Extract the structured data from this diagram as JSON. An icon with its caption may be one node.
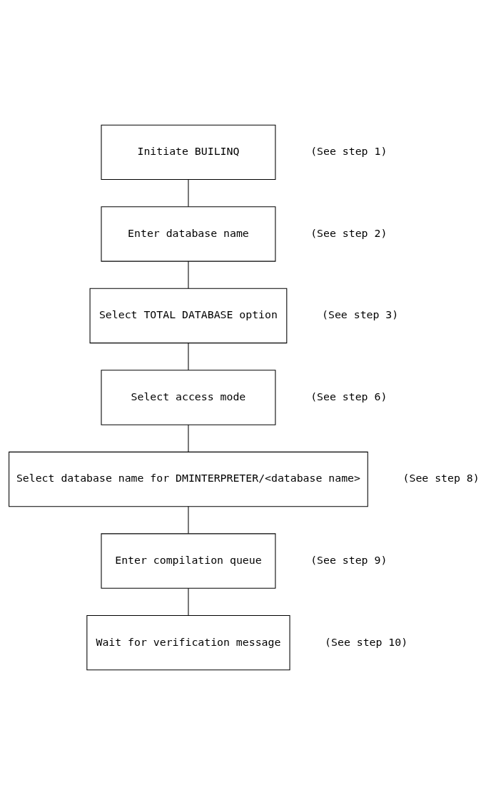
{
  "diagram": {
    "nodes": [
      {
        "text": [
          "Initiate BUILINQ"
        ],
        "beside": [
          "(See step 1)"
        ]
      },
      {
        "text": [
          "Enter database name"
        ],
        "beside": [
          "(See step 2)"
        ]
      },
      {
        "text": [
          "Select TOTAL DATABASE option"
        ],
        "beside": [
          "(See step 3)"
        ]
      },
      {
        "text": [
          "Select access mode"
        ],
        "beside": [
          "(See step 6)"
        ]
      },
      {
        "text": [
          "Select database name for DMINTERPRETER/<database name>"
        ],
        "beside": [
          "(See step 8)"
        ]
      },
      {
        "text": [
          "Enter compilation queue"
        ],
        "beside": [
          "(See step 9)"
        ]
      },
      {
        "text": [
          "Wait for verification message"
        ],
        "beside": [
          "(See step 10)"
        ]
      }
    ],
    "edges": [
      {
        "from": 0,
        "to": 1,
        "arrow": "none"
      },
      {
        "from": 1,
        "to": 2,
        "arrow": "none"
      },
      {
        "from": 2,
        "to": 3,
        "arrow": "none"
      },
      {
        "from": 3,
        "to": 4,
        "arrow": "none"
      },
      {
        "from": 4,
        "to": 5,
        "arrow": "none"
      },
      {
        "from": 5,
        "to": 6,
        "arrow": "none"
      }
    ]
  }
}
